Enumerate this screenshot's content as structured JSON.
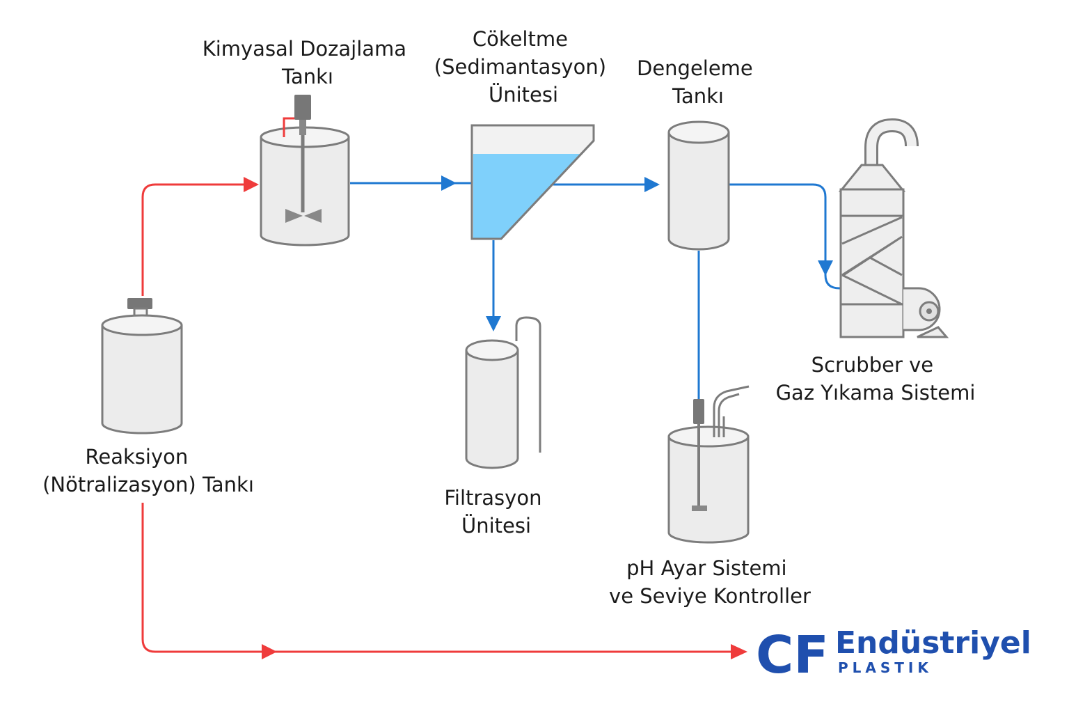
{
  "colors": {
    "red_line": "#ef3b3b",
    "blue_line": "#1f78d1",
    "tank_fill": "#ececec",
    "tank_stroke": "#7c7c7c",
    "water": "#7fd0fb",
    "brand": "#1f4fae"
  },
  "labels": {
    "dosing": [
      "Kimyasal Dozajlama",
      "Tankı"
    ],
    "sedimentation": [
      "Cökeltme",
      "(Sedimantasyon)",
      "Ünitesi"
    ],
    "equalization": [
      "Dengeleme",
      "Tankı"
    ],
    "scrubber": [
      "Scrubber ve",
      "Gaz Yıkama Sistemi"
    ],
    "reaction": [
      "Reaksiyon",
      "(Nötralizasyon)  Tankı"
    ],
    "filtration": [
      "Filtrasyon",
      "Ünitesi"
    ],
    "ph_system": [
      "pH Ayar Sistemi",
      "ve Seviye Kontroller"
    ]
  },
  "logo": {
    "initials": "CF",
    "name": "Endüstriyel",
    "sub": "PLASTIK"
  }
}
